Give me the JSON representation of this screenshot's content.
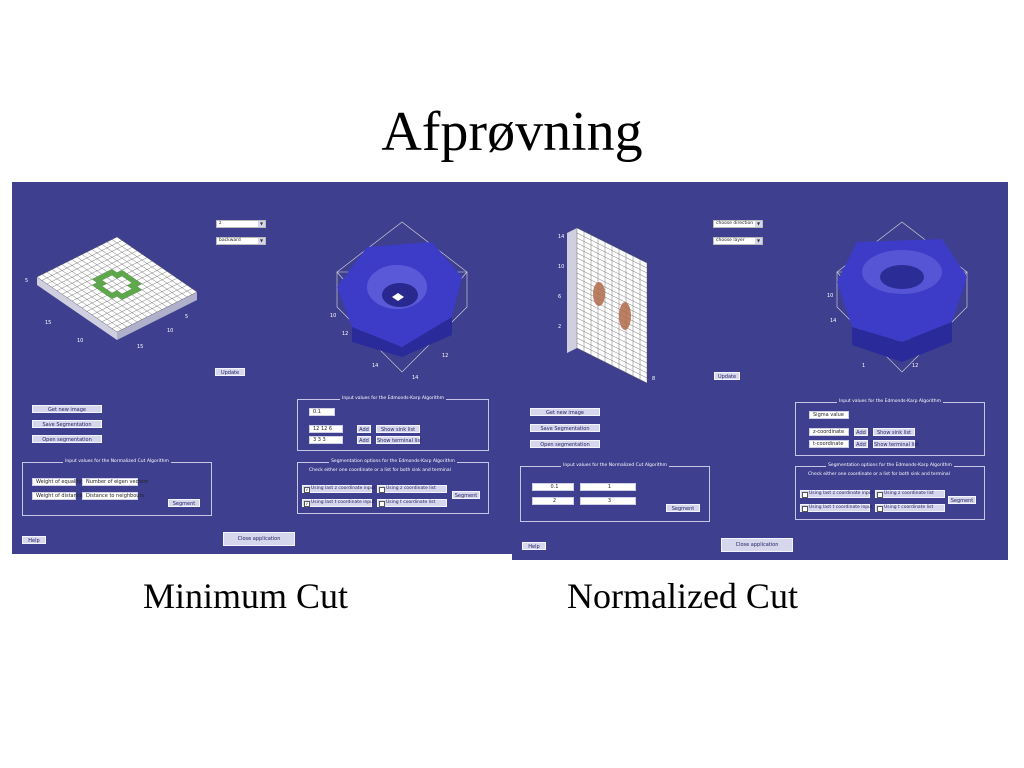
{
  "slide": {
    "title": "Afprøvning",
    "caption_left": "Minimum Cut",
    "caption_right": "Normalized Cut"
  },
  "left_app": {
    "dropdown_axis": "z",
    "dropdown_dir": "backward",
    "update": "Update",
    "buttons": {
      "get_image": "Get new image",
      "save_seg": "Save Segmentation",
      "open_seg": "Open segmentation"
    },
    "ncut": {
      "title": "Input values for the Normalized Cut Algorithm",
      "f1": "Weight of equality",
      "f2": "Number of eigen vectors",
      "f3": "Weight of distance",
      "f4": "Distance to neighbours",
      "segment": "Segment"
    },
    "ek": {
      "title": "Input values for the Edmonds-Karp Algorithm",
      "v1": "0.1",
      "v2": "12 12 6",
      "v3": "3 3 3",
      "add": "Add",
      "show_sink": "Show sink list",
      "show_terminal": "Show terminal list"
    },
    "seg": {
      "title": "Segmentation options for the Edmonds-Karp Algorithm",
      "hint": "Check either one coordinate or a list for both sink and terminal",
      "c1": "Using last z coordinate input",
      "c2": "Using z coordinate list",
      "c3": "Using last t coordinate input",
      "c4": "Using t coordinate list",
      "segment": "Segment"
    },
    "help": "Help",
    "close": "Close application"
  },
  "right_app": {
    "dropdown_dir": "choose direction",
    "dropdown_layer": "choose layer",
    "update": "Update",
    "buttons": {
      "get_image": "Get new image",
      "save_seg": "Save Segmentation",
      "open_seg": "Open segmentation"
    },
    "ncut": {
      "title": "Input values for the Normalized Cut Algorithm",
      "f1": "0.1",
      "f2": "1",
      "f3": "2",
      "f4": "3",
      "segment": "Segment"
    },
    "ek": {
      "title": "Input values for the Edmonds-Karp Algorithm",
      "v1": "Sigma value",
      "v2": "z-coordinate",
      "v3": "t-coordinate",
      "add": "Add",
      "show_sink": "Show sink list",
      "show_terminal": "Show terminal list"
    },
    "seg": {
      "title": "Segmentation options for the Edmonds-Karp Algorithm",
      "hint": "Check either one coordinate or a list for both sink and terminal",
      "c1": "Using last z coordinate input",
      "c2": "Using z coordinate list",
      "c3": "Using last t coordinate input",
      "c4": "Using t coordinate list",
      "segment": "Segment"
    },
    "help": "Help",
    "close": "Close application"
  },
  "colors": {
    "panel": "#3f3f8f",
    "button": "#d6d6ec",
    "surface": "#3c3cc8",
    "grid_cell_green": "#5ca84a",
    "grid_cell_orange": "#b06a4a"
  }
}
